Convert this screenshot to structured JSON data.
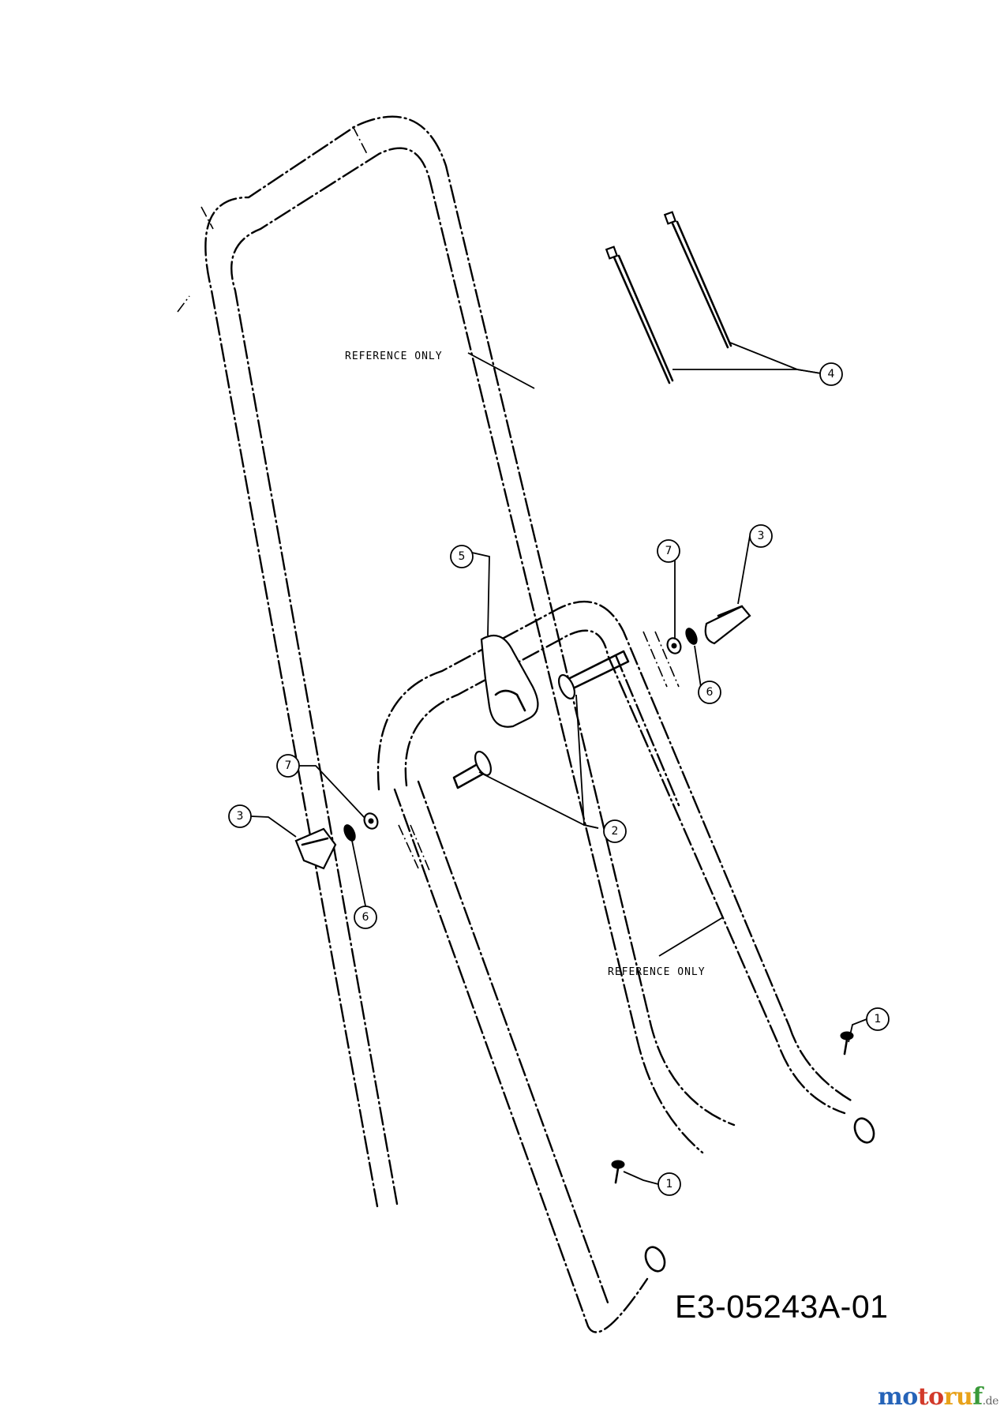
{
  "drawing_number": "E3-05243A-01",
  "logo": {
    "part1": "mo",
    "part2": "to",
    "part3": "ru",
    "part4": "f",
    "tld": ".de"
  },
  "reference_labels": [
    "REFERENCE ONLY",
    "REFERENCE ONLY"
  ],
  "callouts": [
    {
      "number": "1"
    },
    {
      "number": "1"
    },
    {
      "number": "2"
    },
    {
      "number": "3"
    },
    {
      "number": "3"
    },
    {
      "number": "4"
    },
    {
      "number": "5"
    },
    {
      "number": "6"
    },
    {
      "number": "6"
    },
    {
      "number": "7"
    },
    {
      "number": "7"
    }
  ]
}
